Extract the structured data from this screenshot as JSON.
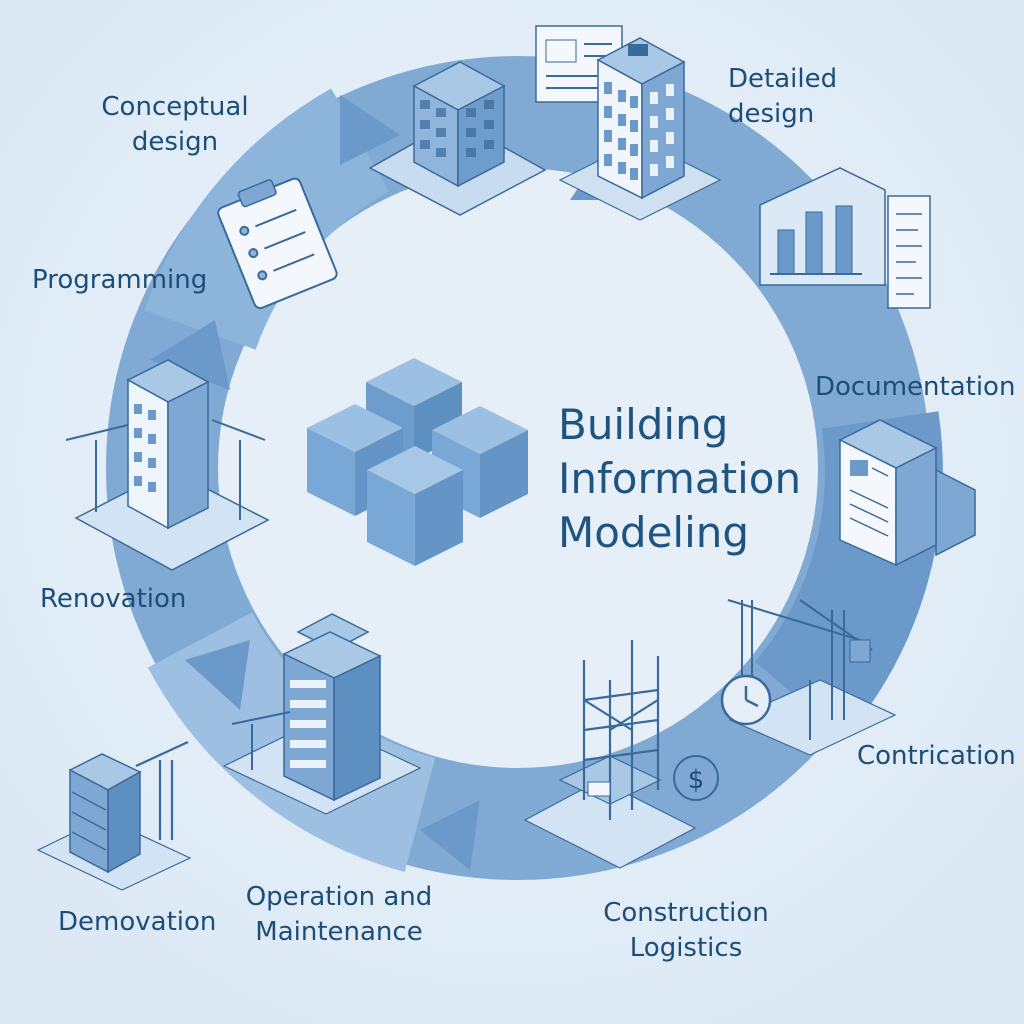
{
  "title": {
    "line1": "Building",
    "line2": "Information",
    "line3": "Modeling"
  },
  "stages": {
    "conceptual_design": "Conceptual\ndesign",
    "detailed_design": "Detailed\ndesign",
    "programming": "Programming",
    "documentation": "Documentation",
    "renovation": "Renovation",
    "contrication": "Contrication",
    "demovation": "Demovation",
    "operation_maintenance": "Operation and\nMaintenance",
    "construction_logistics": "Construction\nLogistics"
  },
  "colors": {
    "background": "#e3eef7",
    "ring": "#6f9ccc",
    "ring_light": "#a9c6e3",
    "icon_fill": "#7ea7d4",
    "icon_light": "#cfe0f1",
    "icon_dark": "#3a6a9a",
    "text": "#1d4e78"
  },
  "icons": [
    "building-icon",
    "clipboard-icon",
    "chart-icon",
    "document-building-icon",
    "crane-icon",
    "clock-icon",
    "dollar-icon",
    "scaffold-icon",
    "cubes-icon"
  ]
}
